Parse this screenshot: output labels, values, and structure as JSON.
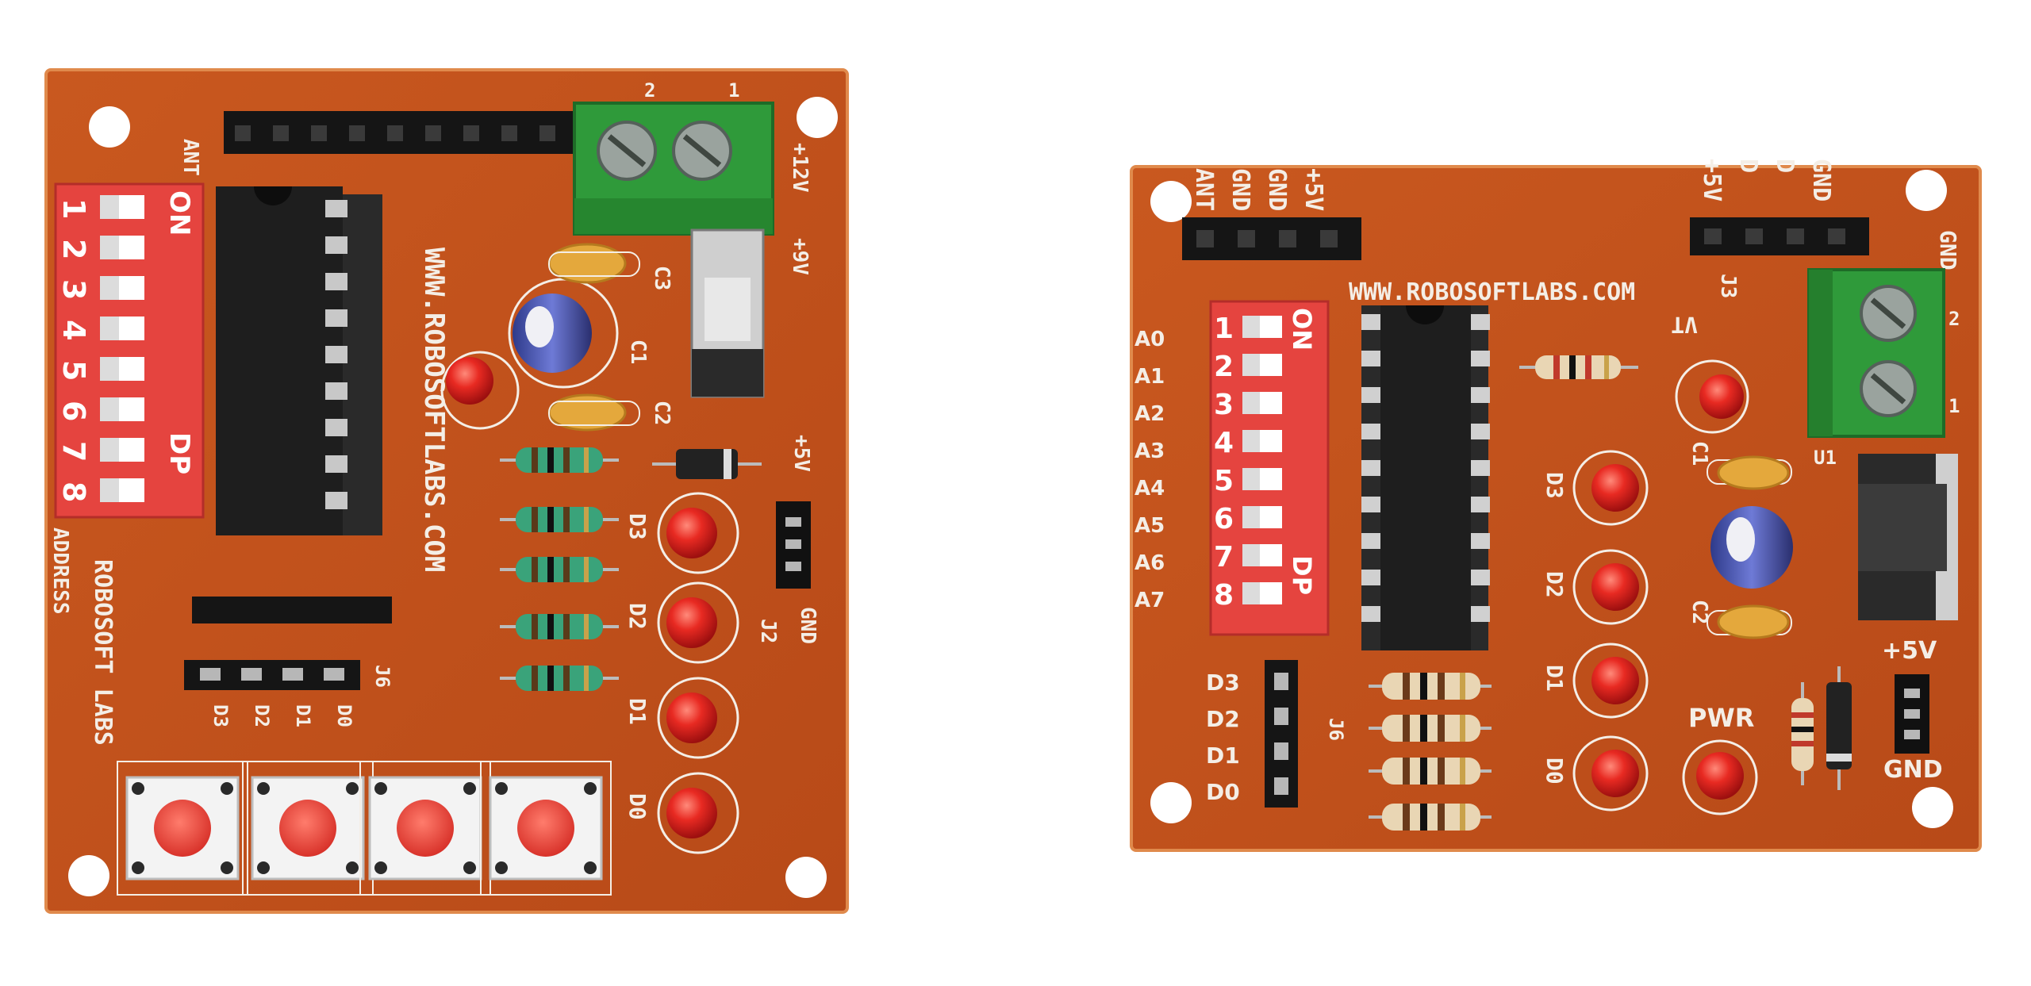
{
  "colors": {
    "pcb": "#c4561f",
    "pcb_edge": "#d97a3a",
    "silkscreen": "#f4eee6",
    "dip_switch": "#e5443f",
    "terminal_block": "#2f9a3a",
    "led": "#e02323",
    "ic_body": "#1e1e1e"
  },
  "board_a": {
    "url_text": "WWW.ROBOSOFTLABS.COM",
    "brand_text": "ROBOSOFT LABS",
    "address_label": "ADDRESS",
    "ant_label": "ANT",
    "dip_on": "ON",
    "dip_dp": "DP",
    "dip_numbers": [
      "1",
      "2",
      "3",
      "4",
      "5",
      "6",
      "7",
      "8"
    ],
    "v12_label": "+12V",
    "v9_label": "+9V",
    "v5_label": "+5V",
    "gnd_label": "GND",
    "c1": "C1",
    "c2": "C2",
    "c3": "C3",
    "j2": "J2",
    "j6": "J6",
    "leds": [
      "D3",
      "D2",
      "D1",
      "D0"
    ],
    "j6_pins": [
      "D3",
      "D2",
      "D1",
      "D0"
    ],
    "term_labels": [
      "2",
      "1"
    ]
  },
  "board_b": {
    "url_text": "WWW.ROBOSOFTLABS.COM",
    "header_left_labels": [
      "ANT",
      "GND",
      "GND",
      "+5V"
    ],
    "header_right_labels": [
      "+5V",
      "D",
      "D",
      "GND"
    ],
    "j3": "J3",
    "gnd_top": "GND",
    "address_labels": [
      "A0",
      "A1",
      "A2",
      "A3",
      "A4",
      "A5",
      "A6",
      "A7"
    ],
    "dip_on": "ON",
    "dip_dp": "DP",
    "dip_numbers": [
      "1",
      "2",
      "3",
      "4",
      "5",
      "6",
      "7",
      "8"
    ],
    "j6": "J6",
    "j6_pins": [
      "D3",
      "D2",
      "D1",
      "D0"
    ],
    "leds": [
      "D3",
      "D2",
      "D1",
      "D0"
    ],
    "pwr": "PWR",
    "vt": "VT",
    "c1": "C1",
    "c2": "C2",
    "u1": "U1",
    "v5_label": "+5V",
    "gnd_label": "GND",
    "term_labels": [
      "2",
      "1"
    ]
  }
}
